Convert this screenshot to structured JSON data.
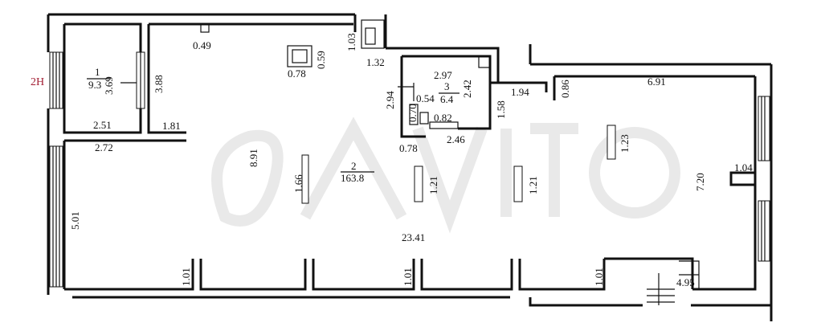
{
  "plan": {
    "marker": "2H",
    "rooms": [
      {
        "number": "1",
        "area": "9.3"
      },
      {
        "number": "2",
        "area": "163.8"
      },
      {
        "number": "3",
        "area": "6.4"
      }
    ],
    "dimensions": [
      "0.49",
      "1.03",
      "0.59",
      "0.78",
      "1.32",
      "2.97",
      "3.69",
      "3.88",
      "2.94",
      "2.42",
      "0.70",
      "0.54",
      "0.82",
      "1.58",
      "1.94",
      "0.86",
      "6.91",
      "2.51",
      "1.81",
      "0.78",
      "2.46",
      "2.72",
      "8.91",
      "1.23",
      "1.66",
      "1.21",
      "1.21",
      "1.04",
      "7.20",
      "5.01",
      "23.41",
      "1.01",
      "1.01",
      "1.01",
      "4.95"
    ]
  }
}
